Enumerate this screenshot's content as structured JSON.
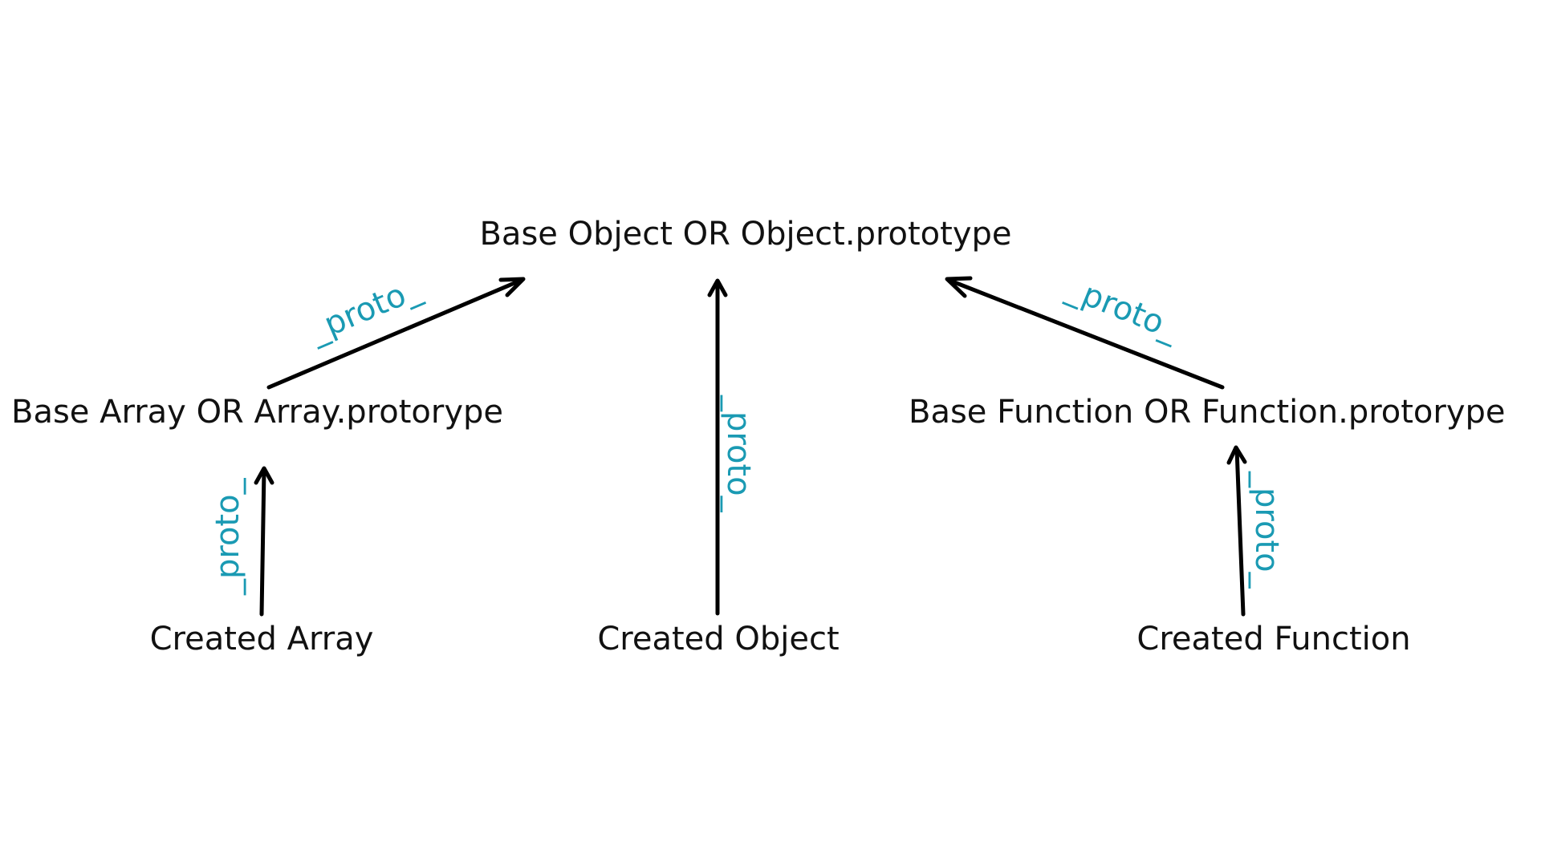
{
  "colors": {
    "text": "#111111",
    "arrow": "#000000",
    "edge_label": "#1a9ab3"
  },
  "nodes": {
    "base_object": "Base Object OR Object.prototype",
    "base_array": "Base Array OR Array.protorype",
    "base_function": "Base Function OR Function.protorype",
    "created_array": "Created Array",
    "created_object": "Created Object",
    "created_function": "Created Function"
  },
  "edges": [
    {
      "from": "base_array",
      "to": "base_object",
      "label": "_proto_"
    },
    {
      "from": "created_object",
      "to": "base_object",
      "label": "_proto_"
    },
    {
      "from": "base_function",
      "to": "base_object",
      "label": "_proto_"
    },
    {
      "from": "created_array",
      "to": "base_array",
      "label": "_proto_"
    },
    {
      "from": "created_function",
      "to": "base_function",
      "label": "_proto_"
    }
  ]
}
